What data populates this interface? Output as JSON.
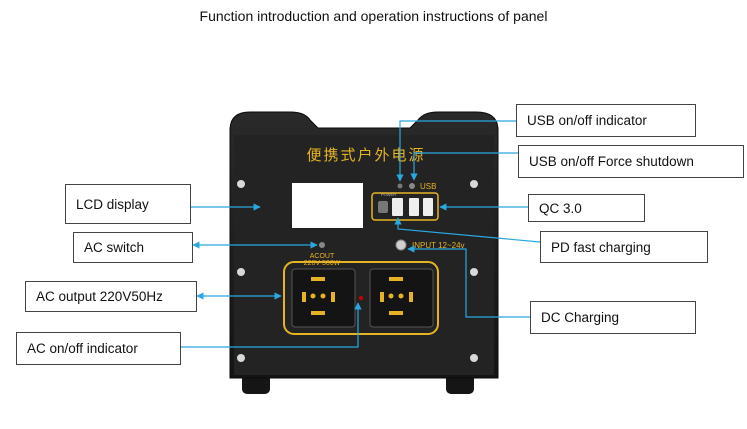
{
  "title": "Function introduction and operation instructions of panel",
  "device": {
    "name_cn": "便携式户外电源",
    "usb_text": "USB",
    "power_text": "POWER",
    "input_text": "INPUT  12~24v",
    "acout_line1": "ACOUT",
    "acout_line2": "220V-500W"
  },
  "labels": {
    "usb_indicator": "USB on/off indicator",
    "usb_shutdown": "USB on/off Force shutdown",
    "qc": "QC 3.0",
    "pd": "PD fast charging",
    "dc": "DC Charging",
    "lcd": "LCD display",
    "ac_switch": "AC switch",
    "ac_output": "AC output 220V50Hz",
    "ac_indicator": "AC on/off indicator"
  },
  "colors": {
    "arrow": "#29a8e0",
    "panel": "#1c1c1c",
    "gold": "#e6b422"
  }
}
